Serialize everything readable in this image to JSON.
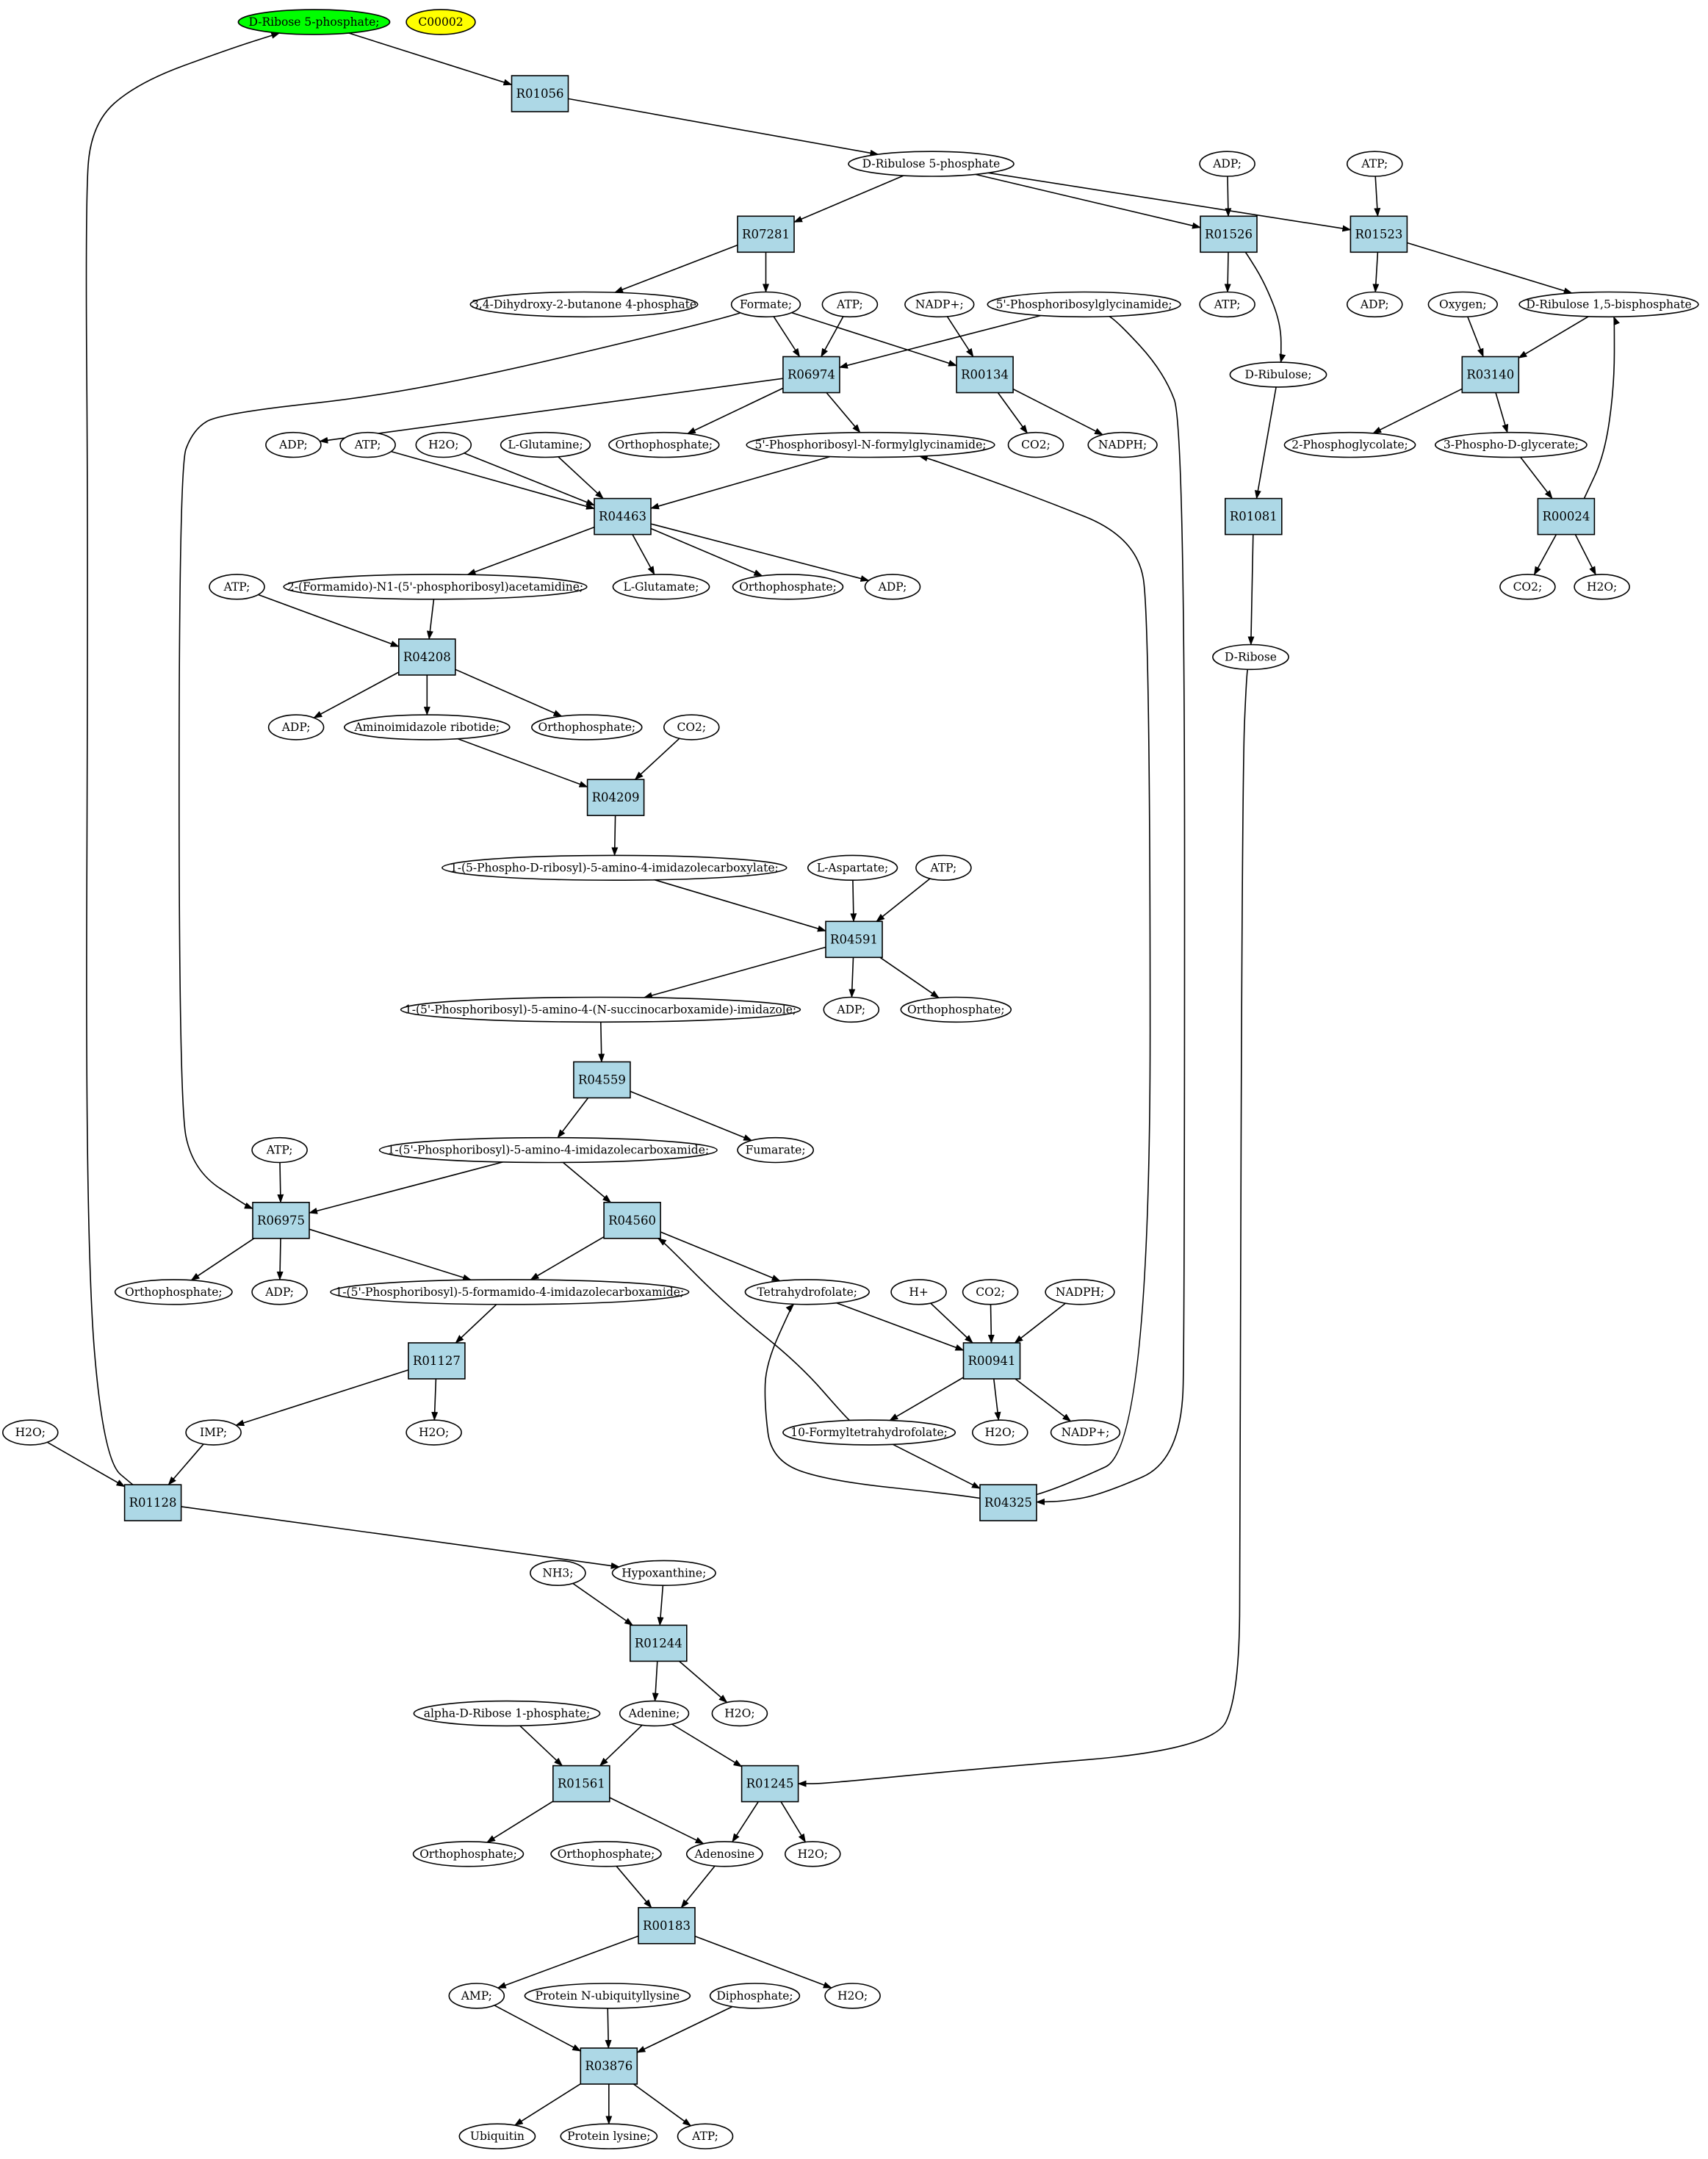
{
  "colors": {
    "reaction_fill": "#add8e6",
    "compound_fill": "#ffffff",
    "highlight_start": "#00ff00",
    "highlight_alt": "#ffff00",
    "stroke": "#000000"
  },
  "reactions": [
    "R01056",
    "R07281",
    "R01526",
    "R01523",
    "R06974",
    "R00134",
    "R03140",
    "R04463",
    "R01081",
    "R00024",
    "R04208",
    "R04209",
    "R04591",
    "R04559",
    "R06975",
    "R04560",
    "R00941",
    "R01127",
    "R01128",
    "R04325",
    "R01244",
    "R01561",
    "R01245",
    "R00183",
    "R03876"
  ],
  "compounds": {
    "c_ribose5p": "D-Ribose 5-phosphate;",
    "c_c00002": "C00002",
    "c_ribulose5p": "D-Ribulose 5-phosphate",
    "c_adp_top": "ADP;",
    "c_atp_top": "ATP;",
    "c_dhbp": "3,4-Dihydroxy-2-butanone 4-phosphate",
    "c_formate": "Formate;",
    "c_atp_r06974": "ATP;",
    "c_nadp_r00134": "NADP+;",
    "c_prgly": "5'-Phosphoribosylglycinamide;",
    "c_atp_r01526": "ATP;",
    "c_adp_r01523": "ADP;",
    "c_oxygen": "Oxygen;",
    "c_rubp": "D-Ribulose 1,5-bisphosphate",
    "c_ribulose": "D-Ribulose;",
    "c_adp_r06974": "ADP;",
    "c_atp_r04463": "ATP;",
    "c_h2o_r04463": "H2O;",
    "c_glutamine": "L-Glutamine;",
    "c_pi_r06974": "Orthophosphate;",
    "c_fgar": "5'-Phosphoribosyl-N-formylglycinamide;",
    "c_co2_r00134": "CO2;",
    "c_nadph_r00134": "NADPH;",
    "c_pglycolate": "2-Phosphoglycolate;",
    "c_3pg": "3-Phospho-D-glycerate;",
    "c_fgam": "2-(Formamido)-N1-(5'-phosphoribosyl)acetamidine;",
    "c_glutamate": "L-Glutamate;",
    "c_pi_r04463": "Orthophosphate;",
    "c_adp_r04463": "ADP;",
    "c_co2_r00024": "CO2;",
    "c_h2o_r00024": "H2O;",
    "c_atp_r04208": "ATP;",
    "c_ribose": "D-Ribose",
    "c_adp_r04208": "ADP;",
    "c_air": "Aminoimidazole ribotide;",
    "c_pi_r04208": "Orthophosphate;",
    "c_co2_r04209": "CO2;",
    "c_cair": "1-(5-Phospho-D-ribosyl)-5-amino-4-imidazolecarboxylate;",
    "c_aspartate": "L-Aspartate;",
    "c_atp_r04591": "ATP;",
    "c_saicar": "1-(5'-Phosphoribosyl)-5-amino-4-(N-succinocarboxamide)-imidazole;",
    "c_adp_r04591": "ADP;",
    "c_pi_r04591": "Orthophosphate;",
    "c_atp_r06975": "ATP;",
    "c_aicar": "1-(5'-Phosphoribosyl)-5-amino-4-imidazolecarboxamide;",
    "c_fumarate": "Fumarate;",
    "c_pi_r06975": "Orthophosphate;",
    "c_adp_r06975": "ADP;",
    "c_faicar": "1-(5'-Phosphoribosyl)-5-formamido-4-imidazolecarboxamide;",
    "c_thf": "Tetrahydrofolate;",
    "c_h_r00941": "H+",
    "c_co2_r00941": "CO2;",
    "c_nadph_r00941": "NADPH;",
    "c_h2o_r01128": "H2O;",
    "c_imp": "IMP;",
    "c_h2o_r01127": "H2O;",
    "c_10fthf": "10-Formyltetrahydrofolate;",
    "c_h2o_r00941": "H2O;",
    "c_nadp_r00941": "NADP+;",
    "c_nh3": "NH3;",
    "c_hypoxanthine": "Hypoxanthine;",
    "c_ar1p": "alpha-D-Ribose 1-phosphate;",
    "c_adenine": "Adenine;",
    "c_h2o_r01244": "H2O;",
    "c_pi_r01561": "Orthophosphate;",
    "c_pi_r00183": "Orthophosphate;",
    "c_adenosine": "Adenosine",
    "c_h2o_r01245": "H2O;",
    "c_amp": "AMP;",
    "c_protubk": "Protein N-ubiquityllysine",
    "c_diphosphate": "Diphosphate;",
    "c_h2o_r00183": "H2O;",
    "c_ubiquitin": "Ubiquitin",
    "c_protlys": "Protein lysine;",
    "c_atp_r03876": "ATP;"
  },
  "edges": [
    [
      "c_ribose5p",
      "R01056"
    ],
    [
      "R01056",
      "c_ribulose5p"
    ],
    [
      "c_ribulose5p",
      "R07281"
    ],
    [
      "c_ribulose5p",
      "R01526"
    ],
    [
      "c_ribulose5p",
      "R01523"
    ],
    [
      "c_adp_top",
      "R01526"
    ],
    [
      "c_atp_top",
      "R01523"
    ],
    [
      "R07281",
      "c_dhbp"
    ],
    [
      "R07281",
      "c_formate"
    ],
    [
      "R01526",
      "c_atp_r01526"
    ],
    [
      "R01526",
      "c_ribulose"
    ],
    [
      "R01523",
      "c_adp_r01523"
    ],
    [
      "R01523",
      "c_rubp"
    ],
    [
      "c_formate",
      "R06974"
    ],
    [
      "c_formate",
      "R00134"
    ],
    [
      "c_formate",
      "R06975"
    ],
    [
      "c_atp_r06974",
      "R06974"
    ],
    [
      "c_nadp_r00134",
      "R00134"
    ],
    [
      "c_prgly",
      "R06974"
    ],
    [
      "c_prgly",
      "R04325"
    ],
    [
      "c_oxygen",
      "R03140"
    ],
    [
      "c_rubp",
      "R03140"
    ],
    [
      "R00024",
      "c_rubp"
    ],
    [
      "R06974",
      "c_adp_r06974"
    ],
    [
      "R06974",
      "c_pi_r06974"
    ],
    [
      "R06974",
      "c_fgar"
    ],
    [
      "R00134",
      "c_co2_r00134"
    ],
    [
      "R00134",
      "c_nadph_r00134"
    ],
    [
      "R03140",
      "c_pglycolate"
    ],
    [
      "R03140",
      "c_3pg"
    ],
    [
      "c_3pg",
      "R00024"
    ],
    [
      "c_ribulose",
      "R01081"
    ],
    [
      "c_atp_r04463",
      "R04463"
    ],
    [
      "c_h2o_r04463",
      "R04463"
    ],
    [
      "c_glutamine",
      "R04463"
    ],
    [
      "c_fgar",
      "R04463"
    ],
    [
      "R04325",
      "c_fgar"
    ],
    [
      "R04463",
      "c_fgam"
    ],
    [
      "R04463",
      "c_glutamate"
    ],
    [
      "R04463",
      "c_pi_r04463"
    ],
    [
      "R04463",
      "c_adp_r04463"
    ],
    [
      "R00024",
      "c_co2_r00024"
    ],
    [
      "R00024",
      "c_h2o_r00024"
    ],
    [
      "R01081",
      "c_ribose"
    ],
    [
      "c_atp_r04208",
      "R04208"
    ],
    [
      "c_fgam",
      "R04208"
    ],
    [
      "R04208",
      "c_adp_r04208"
    ],
    [
      "R04208",
      "c_air"
    ],
    [
      "R04208",
      "c_pi_r04208"
    ],
    [
      "c_air",
      "R04209"
    ],
    [
      "c_co2_r04209",
      "R04209"
    ],
    [
      "R04209",
      "c_cair"
    ],
    [
      "c_cair",
      "R04591"
    ],
    [
      "c_aspartate",
      "R04591"
    ],
    [
      "c_atp_r04591",
      "R04591"
    ],
    [
      "R04591",
      "c_saicar"
    ],
    [
      "R04591",
      "c_adp_r04591"
    ],
    [
      "R04591",
      "c_pi_r04591"
    ],
    [
      "c_saicar",
      "R04559"
    ],
    [
      "R04559",
      "c_aicar"
    ],
    [
      "R04559",
      "c_fumarate"
    ],
    [
      "c_atp_r06975",
      "R06975"
    ],
    [
      "c_aicar",
      "R06975"
    ],
    [
      "c_aicar",
      "R04560"
    ],
    [
      "R06975",
      "c_pi_r06975"
    ],
    [
      "R06975",
      "c_adp_r06975"
    ],
    [
      "R06975",
      "c_faicar"
    ],
    [
      "R04560",
      "c_faicar"
    ],
    [
      "R04560",
      "c_thf"
    ],
    [
      "c_10fthf",
      "R04560"
    ],
    [
      "c_thf",
      "R00941"
    ],
    [
      "c_h_r00941",
      "R00941"
    ],
    [
      "c_co2_r00941",
      "R00941"
    ],
    [
      "c_nadph_r00941",
      "R00941"
    ],
    [
      "c_faicar",
      "R01127"
    ],
    [
      "R00941",
      "c_10fthf"
    ],
    [
      "R00941",
      "c_h2o_r00941"
    ],
    [
      "R00941",
      "c_nadp_r00941"
    ],
    [
      "R01127",
      "c_imp"
    ],
    [
      "R01127",
      "c_h2o_r01127"
    ],
    [
      "c_h2o_r01128",
      "R01128"
    ],
    [
      "c_imp",
      "R01128"
    ],
    [
      "c_10fthf",
      "R04325"
    ],
    [
      "R04325",
      "c_thf"
    ],
    [
      "R01128",
      "c_ribose5p"
    ],
    [
      "R01128",
      "c_hypoxanthine"
    ],
    [
      "c_nh3",
      "R01244"
    ],
    [
      "c_hypoxanthine",
      "R01244"
    ],
    [
      "R01244",
      "c_adenine"
    ],
    [
      "R01244",
      "c_h2o_r01244"
    ],
    [
      "c_ar1p",
      "R01561"
    ],
    [
      "c_adenine",
      "R01561"
    ],
    [
      "c_adenine",
      "R01245"
    ],
    [
      "c_ribose",
      "R01245"
    ],
    [
      "R01561",
      "c_pi_r01561"
    ],
    [
      "R01561",
      "c_adenosine"
    ],
    [
      "R01245",
      "c_adenosine"
    ],
    [
      "R01245",
      "c_h2o_r01245"
    ],
    [
      "c_pi_r00183",
      "R00183"
    ],
    [
      "c_adenosine",
      "R00183"
    ],
    [
      "R00183",
      "c_amp"
    ],
    [
      "R00183",
      "c_h2o_r00183"
    ],
    [
      "c_amp",
      "R03876"
    ],
    [
      "c_protubk",
      "R03876"
    ],
    [
      "c_diphosphate",
      "R03876"
    ],
    [
      "R03876",
      "c_ubiquitin"
    ],
    [
      "R03876",
      "c_protlys"
    ],
    [
      "R03876",
      "c_atp_r03876"
    ]
  ]
}
